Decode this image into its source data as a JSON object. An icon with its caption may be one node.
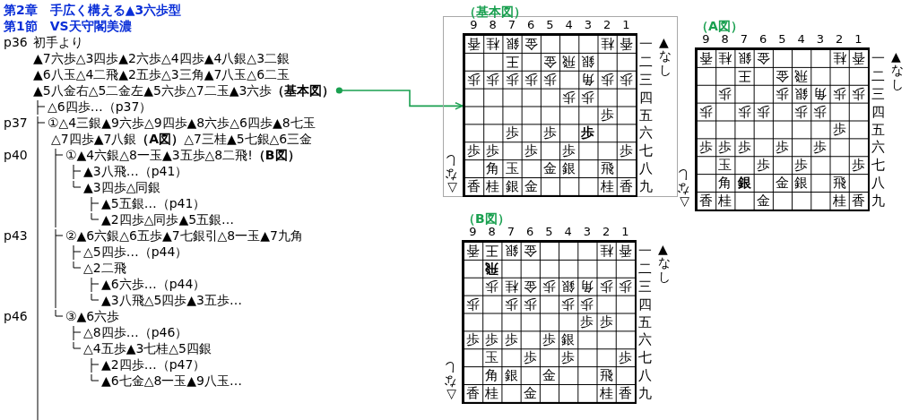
{
  "diagram": {
    "title": "第2章　手広く構える▲3六歩型",
    "nodes": [
      {
        "text": [
          "▲5八金右△5二金左▲5六歩△7二玉▲3六歩**（基本図）**"
        ]
      },
      {
        "text": [
          "（基本図）",
          "9",
          "8",
          "7",
          "6",
          "5",
          "4",
          "3",
          "2",
          "1",
          "香",
          "桂",
          "銀",
          "金",
          "桂",
          "香",
          "一",
          "王",
          "金",
          "飛",
          "銀",
          "二",
          "歩",
          "歩",
          "歩",
          "歩",
          "歩",
          "角",
          "歩",
          "歩",
          "三",
          "歩",
          "歩",
          "四",
          "歩",
          "五",
          "歩",
          "歩",
          "歩",
          "六",
          "歩",
          "歩",
          "歩",
          "歩",
          "歩",
          "七",
          "角",
          "玉",
          "金",
          "銀",
          "飛",
          "八",
          "香",
          "桂",
          "銀",
          "金",
          "桂",
          "香",
          "九",
          "▲なし",
          "△なし"
        ]
      },
      {
        "text": [
          "（A図）",
          "9",
          "8",
          "7",
          "6",
          "5",
          "4",
          "3",
          "2",
          "1",
          "香",
          "桂",
          "銀",
          "金",
          "桂",
          "香",
          "一",
          "王",
          "金",
          "飛",
          "二",
          "歩",
          "歩",
          "銀",
          "角",
          "歩",
          "歩",
          "三",
          "歩",
          "歩",
          "歩",
          "歩",
          "歩",
          "四",
          "歩",
          "五",
          "歩",
          "歩",
          "歩",
          "歩",
          "歩",
          "六",
          "玉",
          "歩",
          "歩",
          "歩",
          "七",
          "角",
          "銀",
          "金",
          "銀",
          "飛",
          "八",
          "香",
          "桂",
          "金",
          "桂",
          "香",
          "九",
          "▲なし",
          "△なし"
        ]
      },
      {
        "text": [
          "（B図）",
          "9",
          "8",
          "7",
          "6",
          "5",
          "4",
          "3",
          "2",
          "1",
          "香",
          "王",
          "銀",
          "金",
          "桂",
          "香",
          "一",
          "飛",
          "二",
          "歩",
          "桂",
          "金",
          "歩",
          "銀",
          "角",
          "歩",
          "歩",
          "三",
          "歩",
          "歩",
          "歩",
          "歩",
          "歩",
          "四",
          "歩",
          "歩",
          "五",
          "歩",
          "歩",
          "歩",
          "歩",
          "銀",
          "六",
          "玉",
          "歩",
          "歩",
          "歩",
          "七",
          "角",
          "銀",
          "金",
          "飛",
          "八",
          "香",
          "桂",
          "金",
          "桂",
          "香",
          "九",
          "▲なし",
          "△なし"
        ]
      }
    ],
    "edges": [
      {
        "from": 0,
        "to": 1,
        "arrow": "to",
        "color": "#1aa050"
      }
    ],
    "labels": [
      "第1節　VS天守閣美濃",
      "p36",
      "初手より",
      "▲7六歩△3四歩▲2六歩△4四歩▲4八銀△3二銀",
      "▲6八玉△4二飛▲2五歩△3三角▲7八玉△6二玉",
      "△6四歩…（p37）",
      "p37",
      "①△4三銀▲9六歩△9四歩▲8六歩△6四歩▲8七玉",
      "△7四歩▲7八銀**（A図）**△7三桂▲5七銀△6三金",
      "p40",
      "①▲4六銀△8一玉▲3五歩△8二飛!**（B図）**",
      "▲3八飛…（p41）",
      "▲3四歩△同銀",
      "▲5五銀…（p41）",
      "▲2四歩△同歩▲5五銀…",
      "p43",
      "②▲6六銀△6五歩▲7七銀引△8一玉▲7九角",
      "△5四歩…（p44）",
      "△2二飛",
      "▲6六歩…（p44）",
      "▲3八飛△5四歩▲3五歩…",
      "p46",
      "③▲6六歩",
      "△8四歩…（p46）",
      "△4五歩▲3七桂△5四銀",
      "▲2四歩…（p47）",
      "▲6七金△8一玉▲9八玉…"
    ]
  }
}
